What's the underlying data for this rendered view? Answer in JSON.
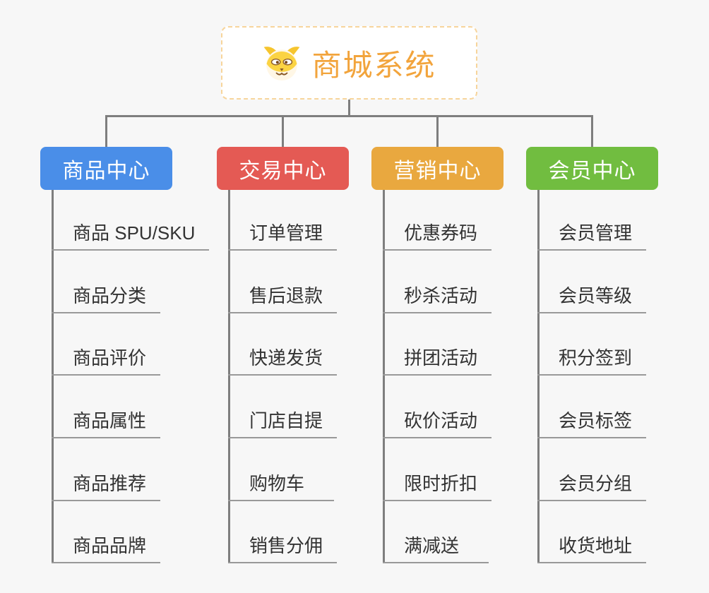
{
  "background_color": "#F7F7F7",
  "connector_color": "#7E7E7E",
  "leaf_underline_color": "#999999",
  "leaf_text_color": "#333333",
  "root": {
    "title": "商城系统",
    "title_color": "#F2A43C",
    "border_color": "#F7D59C",
    "icon": "dog-face-icon"
  },
  "branches": [
    {
      "id": "product-center",
      "label": "商品中心",
      "color": "#4A8EE8",
      "items": [
        "商品 SPU/SKU",
        "商品分类",
        "商品评价",
        "商品属性",
        "商品推荐",
        "商品品牌"
      ]
    },
    {
      "id": "trade-center",
      "label": "交易中心",
      "color": "#E45A54",
      "items": [
        "订单管理",
        "售后退款",
        "快递发货",
        "门店自提",
        "购物车",
        "销售分佣"
      ]
    },
    {
      "id": "marketing-center",
      "label": "营销中心",
      "color": "#E9A83F",
      "items": [
        "优惠券码",
        "秒杀活动",
        "拼团活动",
        "砍价活动",
        "限时折扣",
        "满减送"
      ]
    },
    {
      "id": "member-center",
      "label": "会员中心",
      "color": "#71BD40",
      "items": [
        "会员管理",
        "会员等级",
        "积分签到",
        "会员标签",
        "会员分组",
        "收货地址"
      ]
    }
  ]
}
